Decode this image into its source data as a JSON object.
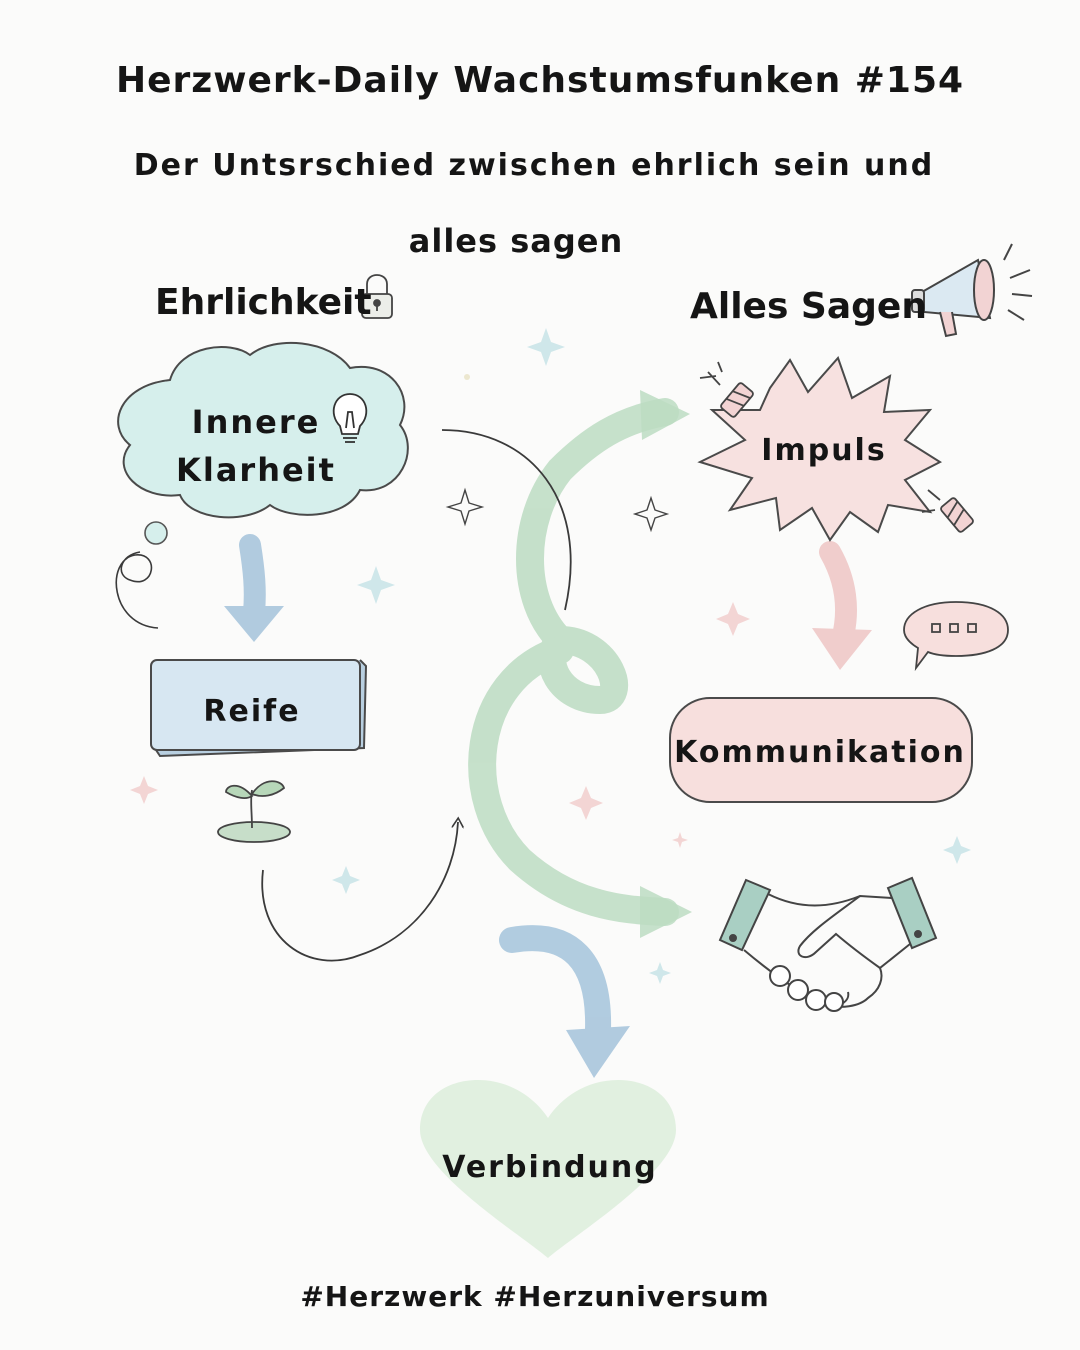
{
  "title": "Herzwerk-Daily Wachstumsfunken #154",
  "subtitle_line1": "Der Untsrschied zwischen ehrlich sein und",
  "subtitle_line2": "alles sagen",
  "left": {
    "heading": "Ehrlichkeit",
    "heading_icon": "padlock-icon",
    "cloud_line1": "Innere",
    "cloud_line2": "Klarheit",
    "cloud_icon": "lightbulb-icon",
    "box_label": "Reife",
    "box_icon": "sprout-icon"
  },
  "right": {
    "heading": "Alles Sagen",
    "heading_icon": "megaphone-icon",
    "burst_label": "Impuls",
    "burst_icon": "firecracker-icon",
    "pill_label": "Kommunikation",
    "pill_icon": "speech-bubble-icon",
    "handshake_icon": "handshake-icon"
  },
  "result_label": "Verbindung",
  "footer": "#Herzwerk #Herzuniversum",
  "colors": {
    "cloud_fill": "#d6efec",
    "box_fill": "#d7e7f2",
    "burst_fill": "#f7e1e0",
    "pill_fill": "#f7dfdd",
    "heart_fill": "#deeedd",
    "green_arrow": "#b9dcc0",
    "blue_arrow": "#a9c6dd",
    "pink_arrow": "#efc9c8",
    "ink": "#151515"
  }
}
